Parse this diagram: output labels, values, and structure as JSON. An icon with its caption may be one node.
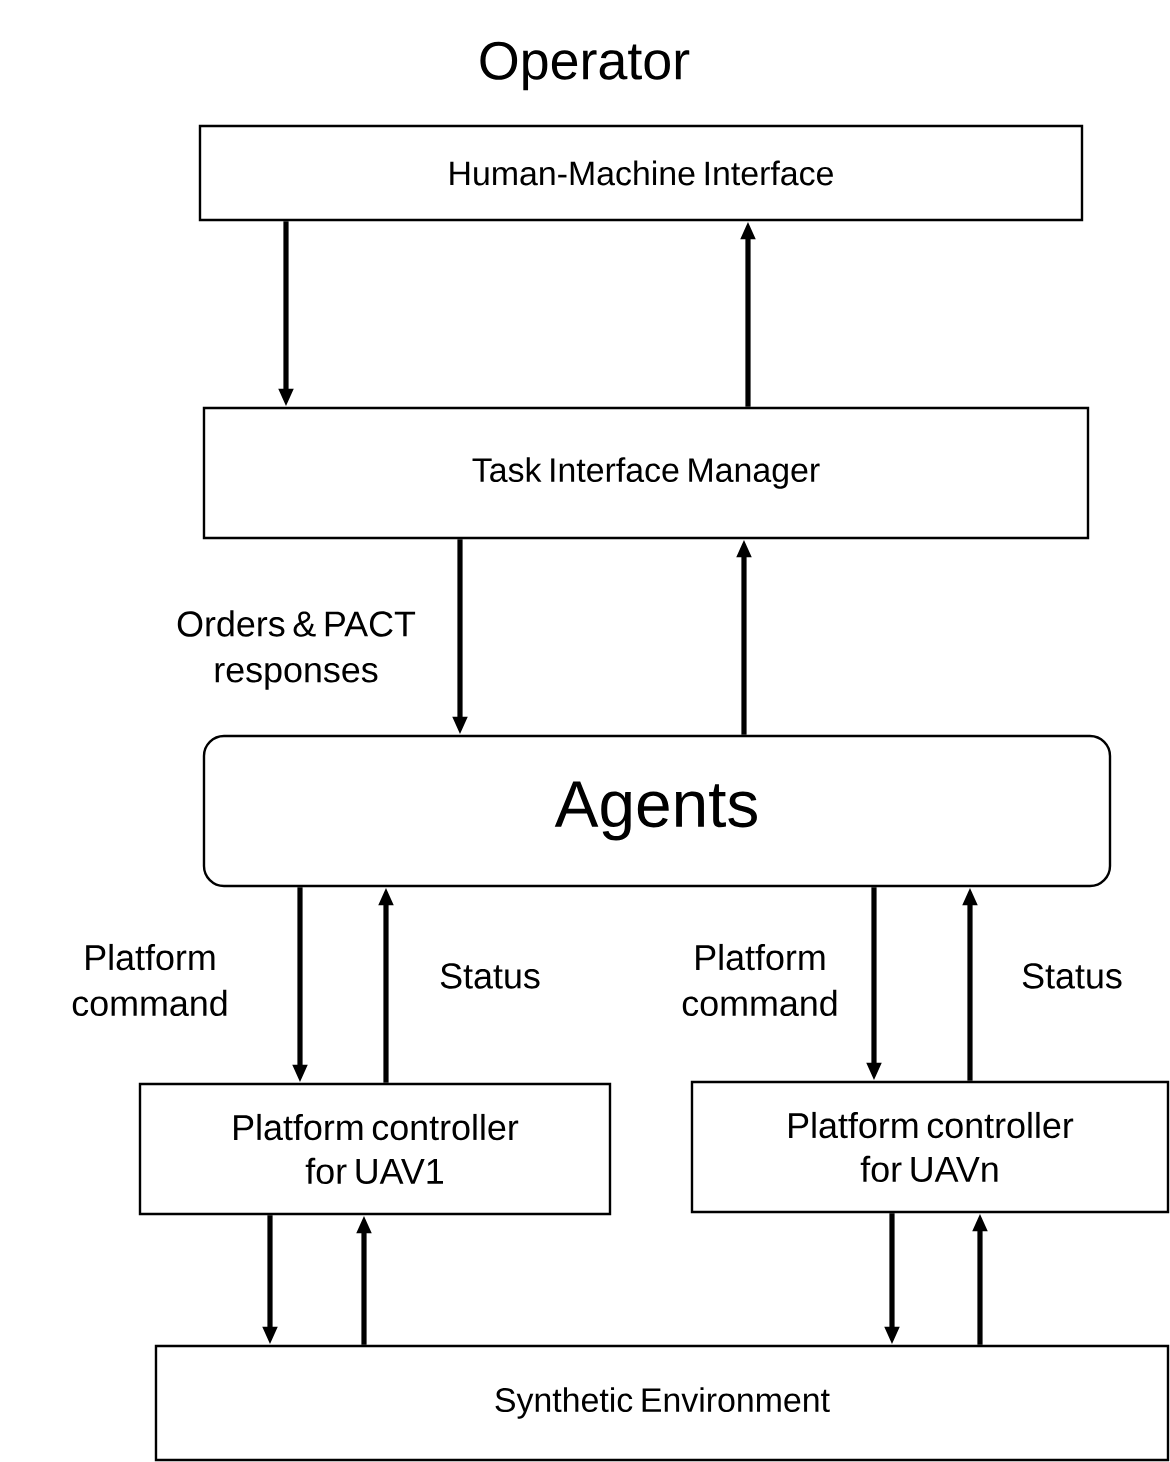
{
  "diagram": {
    "title": "Operator",
    "nodes": [
      {
        "text": [
          "Human-Machine Interface"
        ]
      },
      {
        "text": [
          "Task Interface Manager"
        ]
      },
      {
        "text": [
          "Agents"
        ]
      },
      {
        "text": [
          "Platform controller for UAV1"
        ]
      },
      {
        "text": [
          "Platform controller for UAVn"
        ]
      },
      {
        "text": [
          "Synthetic Environment"
        ]
      }
    ],
    "edges": [
      {
        "from": 0,
        "to": 1,
        "arrow": "to"
      },
      {
        "from": 1,
        "to": 0,
        "arrow": "to"
      },
      {
        "from": 1,
        "to": 2,
        "arrow": "to",
        "label": "Orders & PACT responses"
      },
      {
        "from": 2,
        "to": 1,
        "arrow": "to"
      },
      {
        "from": 2,
        "to": 3,
        "arrow": "to",
        "label": "Platform command"
      },
      {
        "from": 3,
        "to": 2,
        "arrow": "to",
        "label": "Status"
      },
      {
        "from": 2,
        "to": 4,
        "arrow": "to",
        "label": "Platform command"
      },
      {
        "from": 4,
        "to": 2,
        "arrow": "to",
        "label": "Status"
      },
      {
        "from": 3,
        "to": 5,
        "arrow": "to"
      },
      {
        "from": 5,
        "to": 3,
        "arrow": "to"
      },
      {
        "from": 4,
        "to": 5,
        "arrow": "to"
      },
      {
        "from": 5,
        "to": 4,
        "arrow": "to"
      }
    ]
  }
}
